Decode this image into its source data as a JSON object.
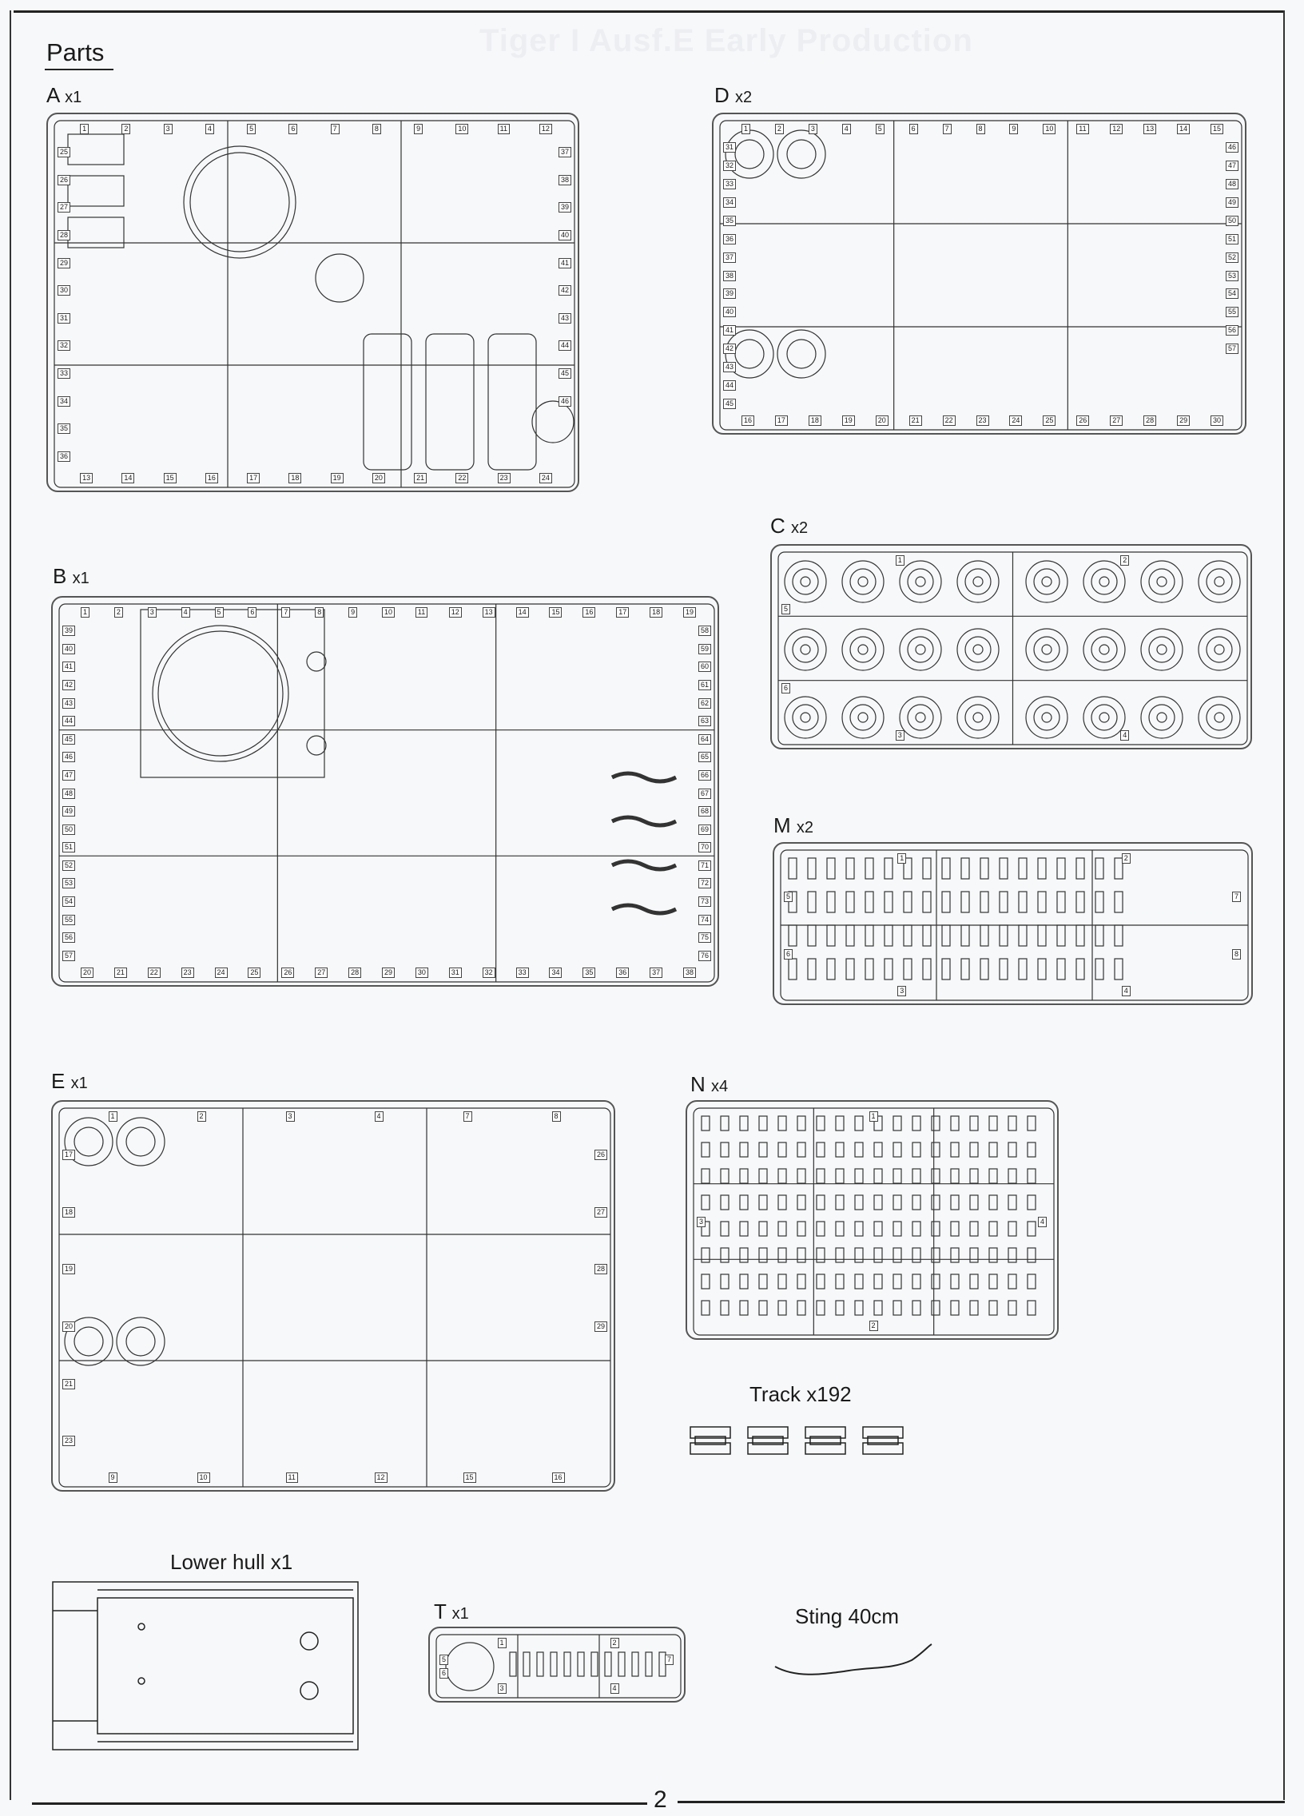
{
  "page": {
    "title": "Parts",
    "page_number": "2",
    "watermark": "Tiger I Ausf.E Early Production"
  },
  "sprues": {
    "A": {
      "letter": "A",
      "qty": "x1",
      "parts": [
        "1",
        "2",
        "3",
        "4",
        "5",
        "6",
        "7",
        "8",
        "9",
        "10",
        "11",
        "12",
        "13",
        "14",
        "15",
        "16",
        "17",
        "18",
        "19",
        "20",
        "21",
        "22",
        "23",
        "24",
        "25",
        "26",
        "27",
        "28",
        "29",
        "30",
        "31",
        "32",
        "33",
        "34",
        "35",
        "36",
        "37",
        "38",
        "39",
        "40",
        "41",
        "42",
        "43",
        "44",
        "45",
        "46"
      ]
    },
    "D": {
      "letter": "D",
      "qty": "x2",
      "parts": [
        "1",
        "2",
        "3",
        "4",
        "5",
        "6",
        "7",
        "8",
        "9",
        "10",
        "11",
        "12",
        "13",
        "14",
        "15",
        "16",
        "17",
        "18",
        "19",
        "20",
        "21",
        "22",
        "23",
        "24",
        "25",
        "26",
        "27",
        "28",
        "29",
        "30",
        "31",
        "32",
        "33",
        "34",
        "35",
        "36",
        "37",
        "38",
        "39",
        "40",
        "41",
        "42",
        "43",
        "44",
        "45",
        "46",
        "47",
        "48",
        "49",
        "50",
        "51",
        "52",
        "53",
        "54",
        "55",
        "56",
        "57"
      ]
    },
    "C": {
      "letter": "C",
      "qty": "x2",
      "parts": [
        "1",
        "2",
        "3",
        "4",
        "5",
        "6"
      ]
    },
    "M": {
      "letter": "M",
      "qty": "x2",
      "parts": [
        "1",
        "2",
        "3",
        "4",
        "5",
        "6",
        "7",
        "8"
      ]
    },
    "B": {
      "letter": "B",
      "qty": "x1",
      "parts": [
        "1",
        "2",
        "3",
        "4",
        "5",
        "6",
        "7",
        "8",
        "9",
        "10",
        "11",
        "12",
        "13",
        "14",
        "15",
        "16",
        "17",
        "18",
        "19",
        "20",
        "21",
        "22",
        "23",
        "24",
        "25",
        "26",
        "27",
        "28",
        "29",
        "30",
        "31",
        "32",
        "33",
        "34",
        "35",
        "36",
        "37",
        "38",
        "39",
        "40",
        "41",
        "42",
        "43",
        "44",
        "45",
        "46",
        "47",
        "48",
        "49",
        "50",
        "51",
        "52",
        "53",
        "54",
        "55",
        "56",
        "57",
        "58",
        "59",
        "60",
        "61",
        "62",
        "63",
        "64",
        "65",
        "66",
        "67",
        "68",
        "69",
        "70",
        "71",
        "72",
        "73",
        "74",
        "75",
        "76"
      ]
    },
    "E": {
      "letter": "E",
      "qty": "x1",
      "parts": [
        "1",
        "2",
        "3",
        "4",
        "7",
        "8",
        "9",
        "10",
        "11",
        "12",
        "15",
        "16",
        "17",
        "18",
        "19",
        "20",
        "21",
        "23",
        "26",
        "27",
        "28",
        "29"
      ]
    },
    "N": {
      "letter": "N",
      "qty": "x4",
      "parts": [
        "1",
        "2",
        "3",
        "4"
      ]
    },
    "T": {
      "letter": "T",
      "qty": "x1",
      "parts": [
        "1",
        "2",
        "3",
        "4",
        "5",
        "6",
        "7"
      ]
    }
  },
  "extras": {
    "track": "Track x192",
    "lower_hull": "Lower hull x1",
    "string": "Sting 40cm"
  },
  "colors": {
    "ink": "#1a1a1a",
    "paper": "#f7f8fa"
  }
}
